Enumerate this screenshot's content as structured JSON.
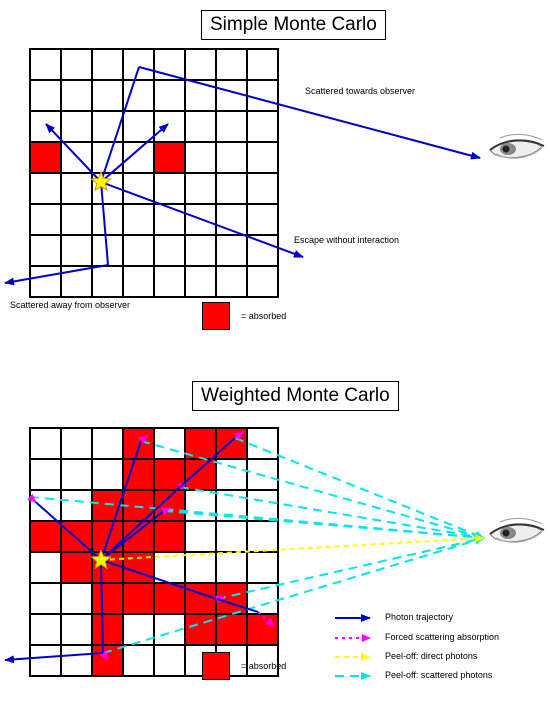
{
  "simple": {
    "title": "Simple Monte Carlo",
    "labels": {
      "toward": "Scattered towards observer",
      "escape": "Escape without interaction",
      "away": "Scattered away from observer"
    },
    "legend": "= absorbed",
    "absorbed_cells": [
      [
        3,
        0
      ],
      [
        3,
        4
      ]
    ]
  },
  "weighted": {
    "title": "Weighted Monte Carlo",
    "legend": "= absorbed",
    "legend_items": [
      {
        "label": "Photon trajectory",
        "color": "#0000cc",
        "style": "solid"
      },
      {
        "label": "Forced scattering absorption",
        "color": "#ff00ff",
        "style": "dotted"
      },
      {
        "label": "Peel-off: direct photons",
        "color": "#ffff00",
        "style": "dashed"
      },
      {
        "label": "Peel-off: scattered photons",
        "color": "#00e5ee",
        "style": "dashed"
      }
    ],
    "absorbed_cells": [
      [
        0,
        3
      ],
      [
        0,
        5
      ],
      [
        0,
        6
      ],
      [
        1,
        3
      ],
      [
        1,
        4
      ],
      [
        1,
        5
      ],
      [
        2,
        2
      ],
      [
        2,
        3
      ],
      [
        2,
        4
      ],
      [
        3,
        0
      ],
      [
        3,
        1
      ],
      [
        3,
        2
      ],
      [
        3,
        3
      ],
      [
        3,
        4
      ],
      [
        4,
        1
      ],
      [
        4,
        2
      ],
      [
        4,
        3
      ],
      [
        5,
        2
      ],
      [
        5,
        3
      ],
      [
        5,
        4
      ],
      [
        5,
        5
      ],
      [
        5,
        6
      ],
      [
        6,
        2
      ],
      [
        6,
        5
      ],
      [
        6,
        6
      ],
      [
        6,
        7
      ],
      [
        7,
        2
      ]
    ]
  },
  "colors": {
    "absorbed": "#ff0000",
    "trajectory": "#0000cc",
    "forced": "#ff00ff",
    "direct": "#ffff00",
    "scattered": "#00e5ee",
    "star": "#ffff00"
  },
  "icons": [
    "eye-icon",
    "star-icon"
  ]
}
